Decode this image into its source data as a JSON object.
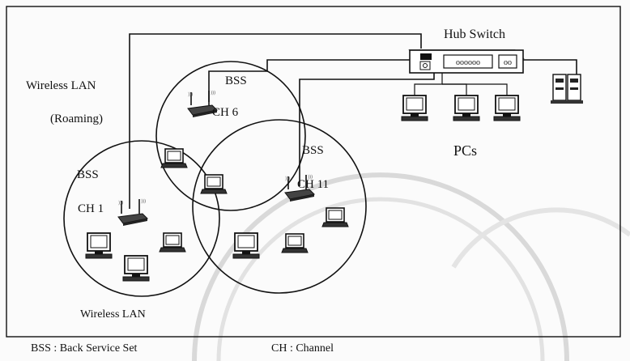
{
  "diagram": {
    "labels": {
      "hub_switch": "Hub Switch",
      "pcs": "PCs",
      "wireless_lan_roaming_line1": "Wireless LAN",
      "wireless_lan_roaming_line2": "(Roaming)",
      "wireless_lan_caption": "Wireless LAN",
      "legend_bss": "BSS : Back Service Set",
      "legend_ch": "CH : Channel"
    },
    "cells": [
      {
        "bss_label": "BSS",
        "channel_label": "CH 1"
      },
      {
        "bss_label": "BSS",
        "channel_label": "CH 6"
      },
      {
        "bss_label": "BSS",
        "channel_label": "CH 11"
      }
    ],
    "hub_ports_label": "oooooo",
    "hub_uplink_label": "oo",
    "colors": {
      "ink": "#111111",
      "background": "#fbfbfb",
      "watermark": "#d9d9d9"
    }
  }
}
